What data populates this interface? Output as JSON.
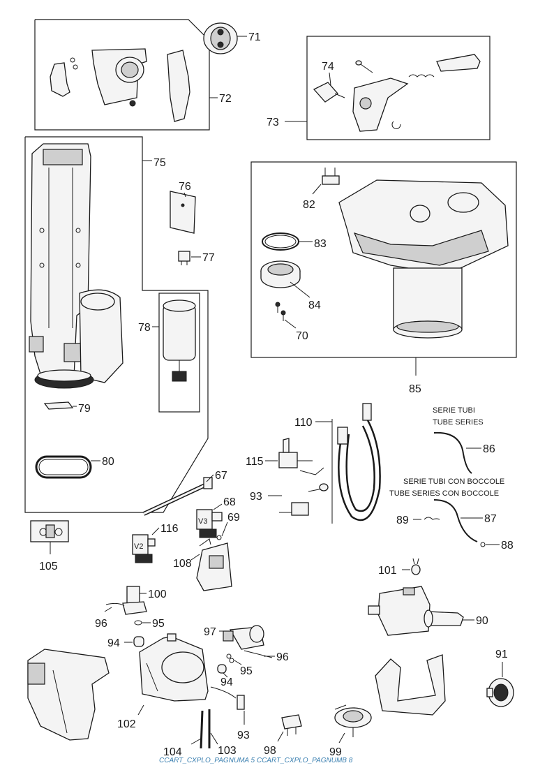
{
  "labels": {
    "p70": "70",
    "p71": "71",
    "p72": "72",
    "p73": "73",
    "p74": "74",
    "p75": "75",
    "p76": "76",
    "p77": "77",
    "p78": "78",
    "p79": "79",
    "p80": "80",
    "p82": "82",
    "p83": "83",
    "p84": "84",
    "p85": "85",
    "p86": "86",
    "p87": "87",
    "p88": "88",
    "p89": "89",
    "p90": "90",
    "p91": "91",
    "p93a": "93",
    "p93b": "93",
    "p94a": "94",
    "p94b": "94",
    "p95a": "95",
    "p95b": "95",
    "p96a": "96",
    "p96b": "96",
    "p97": "97",
    "p98": "98",
    "p99": "99",
    "p100": "100",
    "p101": "101",
    "p102": "102",
    "p103": "103",
    "p104": "104",
    "p105": "105",
    "p108": "108",
    "p110": "110",
    "p115": "115",
    "p116": "116",
    "p67": "67",
    "p68": "68",
    "p69": "69"
  },
  "notes": {
    "tube_series_it": "SERIE TUBI",
    "tube_series_en": "TUBE SERIES",
    "tube_bushings_it": "SERIE TUBI CON BOCCOLE",
    "tube_bushings_en": "TUBE SERIES CON BOCCOLE"
  },
  "valve_marks": {
    "v3": "V3",
    "v2": "V2"
  },
  "footer": "CCART_CXPLO_PAGNUMA 5 CCART_CXPLO_PAGNUMB 8",
  "colors": {
    "line": "#1a1a1a",
    "footer_text": "#3a7fb0",
    "background": "#ffffff"
  }
}
